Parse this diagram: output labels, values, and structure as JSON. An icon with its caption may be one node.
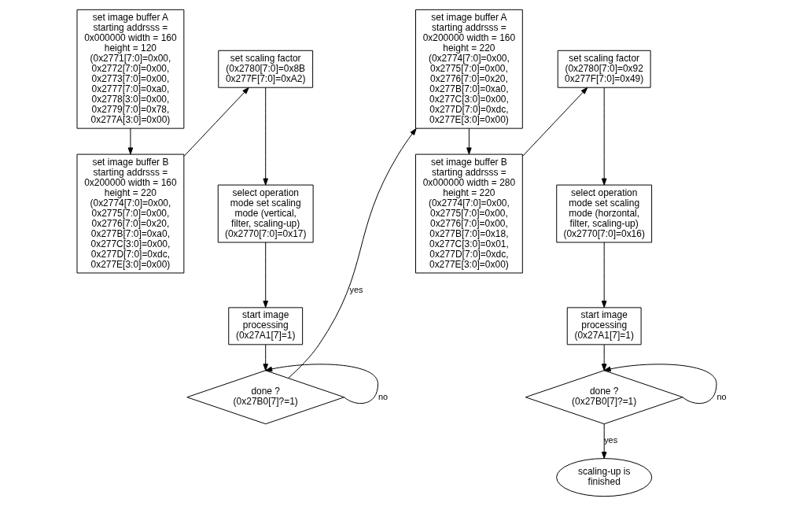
{
  "diagram": {
    "nodes": [
      {
        "text": [
          "set image buffer A starting addrsss = 0x000000 width = 160 height = 120 (0x2771[7:0]=0x00, 0x2772[7:0]=0x00, 0x2773[7:0]=0x00, 0x2777[7:0]=0xa0, 0x2778[3:0]=0x00, 0x2779[7:0]=0x78, 0x277A[3:0]=0x00)"
        ]
      },
      {
        "text": [
          "set image buffer B starting addrsss = 0x200000 width = 160 height = 220 (0x2774[7:0]=0x00, 0x2775[7:0]=0x00, 0x2776[7:0]=0x20, 0x277B[7:0]=0xa0, 0x277C[3:0]=0x00, 0x277D[7:0]=0xdc, 0x277E[3:0]=0x00)"
        ]
      },
      {
        "text": [
          "set scaling factor (0x2780[7:0]=0x8B 0x277F[7:0]=0xA2)"
        ]
      },
      {
        "text": [
          "select operation mode set scaling mode (vertical, filter, scaling-up) (0x2770[7:0]=0x17)"
        ]
      },
      {
        "text": [
          "start image processing (0x27A1[7]=1)"
        ]
      },
      {
        "text": [
          "done ? (0x27B0[7]?=1)"
        ]
      },
      {
        "text": [
          "set image buffer A starting addrsss = 0x200000 width = 160 height = 220 (0x2774[7:0]=0x00, 0x2775[7:0]=0x00, 0x2776[7:0]=0x20, 0x277B[7:0]=0xa0, 0x277C[3:0]=0x00, 0x277D[7:0]=0xdc, 0x277E[3:0]=0x00)"
        ]
      },
      {
        "text": [
          "set image buffer B starting addrsss = 0x000000 width = 280 height = 220 (0x2774[7:0]=0x00, 0x2775[7:0]=0x00, 0x2776[7:0]=0x00, 0x277B[7:0]=0x18, 0x277C[3:0]=0x01, 0x277D[7:0]=0xdc, 0x277E[3:0]=0x00)"
        ]
      },
      {
        "text": [
          "set scaling factor (0x2780[7:0]=0x92 0x277F[7:0]=0x49)"
        ]
      },
      {
        "text": [
          "select operation mode set scaling mode (horzontal, filter, scaling-up) (0x2770[7:0]=0x16)"
        ]
      },
      {
        "text": [
          "start image processing (0x27A1[7]=1)"
        ]
      },
      {
        "text": [
          "done ? (0x27B0[7]?=1)"
        ]
      },
      {
        "text": [
          "scaling-up is finished"
        ]
      }
    ],
    "edges": [
      {
        "from": 0,
        "to": 1,
        "arrow": "to"
      },
      {
        "from": 1,
        "to": 2,
        "arrow": "to"
      },
      {
        "from": 2,
        "to": 3,
        "arrow": "to"
      },
      {
        "from": 3,
        "to": 4,
        "arrow": "to"
      },
      {
        "from": 4,
        "to": 5,
        "arrow": "to"
      },
      {
        "from": 5,
        "to": 5,
        "arrow": "to",
        "label": "no"
      },
      {
        "from": 5,
        "to": 6,
        "arrow": "to",
        "label": "yes"
      },
      {
        "from": 6,
        "to": 7,
        "arrow": "to"
      },
      {
        "from": 7,
        "to": 8,
        "arrow": "to"
      },
      {
        "from": 8,
        "to": 9,
        "arrow": "to"
      },
      {
        "from": 9,
        "to": 10,
        "arrow": "to"
      },
      {
        "from": 10,
        "to": 11,
        "arrow": "to"
      },
      {
        "from": 11,
        "to": 11,
        "arrow": "to",
        "label": "no"
      },
      {
        "from": 11,
        "to": 12,
        "arrow": "to",
        "label": "yes"
      }
    ]
  }
}
